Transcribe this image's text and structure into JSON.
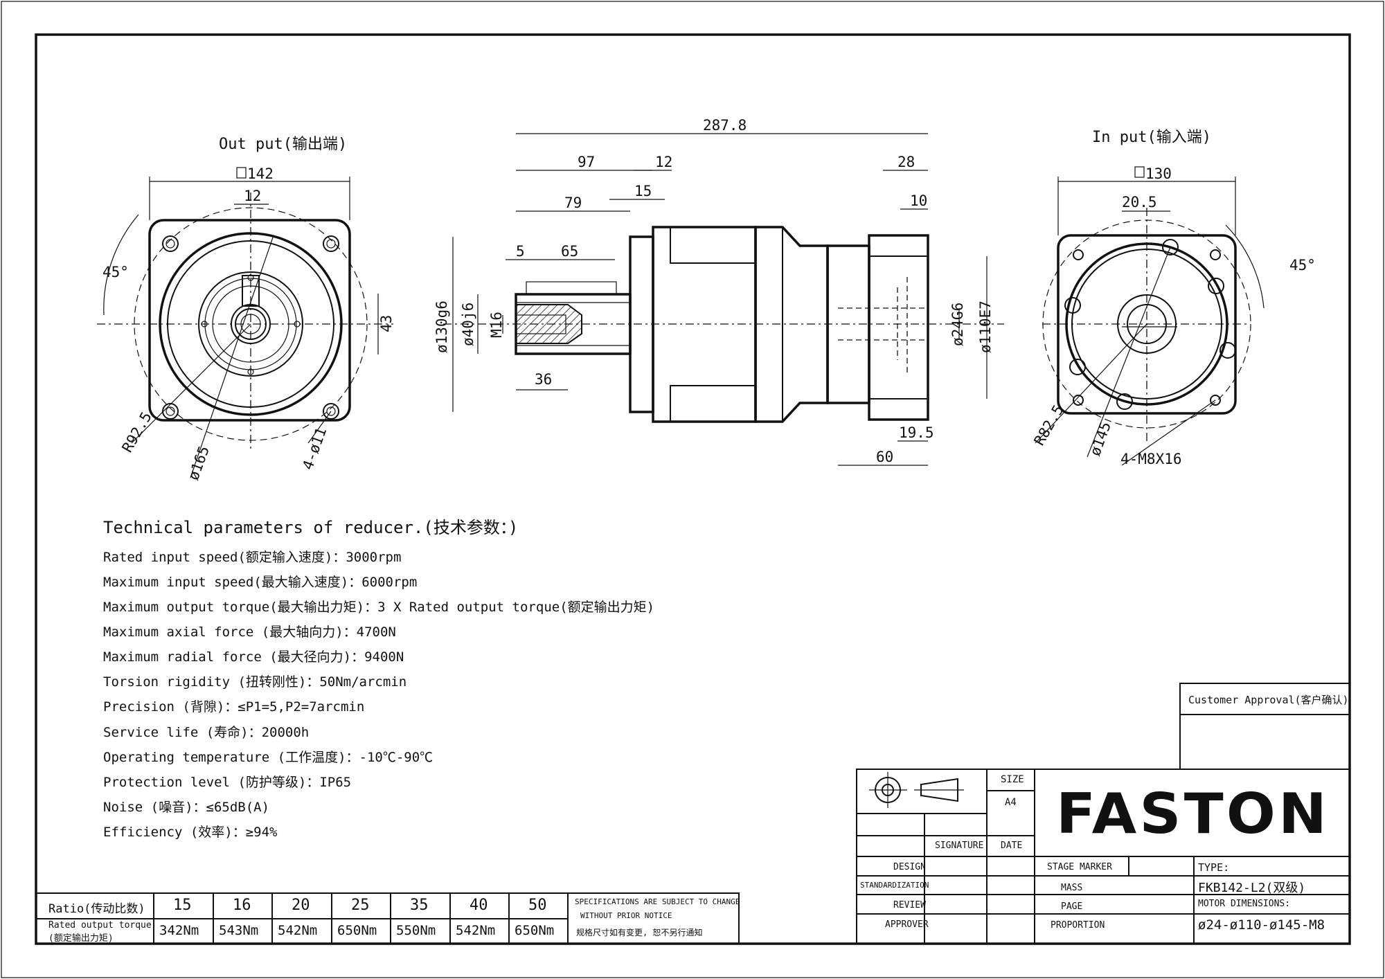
{
  "views": {
    "output_title": "Out put(输出端)",
    "input_title": "In put(输入端)"
  },
  "dims_output": {
    "square": "142",
    "key_width": "12",
    "key_height": "43",
    "angle": "45°",
    "radius": "R92.5",
    "pcd": "ø165",
    "holes": "4-ø11"
  },
  "dims_side": {
    "overall_length": "287.8",
    "d97": "97",
    "d12": "12",
    "d15": "15",
    "d79": "79",
    "d5": "5",
    "d65": "65",
    "d36": "36",
    "d28": "28",
    "d10": "10",
    "d19_5": "19.5",
    "d60": "60",
    "flange_dia": "ø130g6",
    "shaft_dia": "ø40j6",
    "thread": "M16",
    "input_bore": "ø24G6",
    "input_pilot": "ø110E7"
  },
  "dims_input": {
    "square": "130",
    "key_offset": "20.5",
    "angle": "45°",
    "radius": "R82.5",
    "pcd": "ø145",
    "holes": "4-M8X16"
  },
  "specs": {
    "title": "Technical parameters of reducer.(技术参数：)",
    "lines": [
      "Rated input speed(额定输入速度)：3000rpm",
      "Maximum input speed(最大输入速度)：6000rpm",
      "Maximum output torque(最大输出力矩)：3 X Rated output torque(额定输出力矩)",
      "Maximum axial force (最大轴向力)：4700N",
      "Maximum radial force (最大径向力)：9400N",
      "Torsion rigidity (扭转刚性)：50Nm/arcmin",
      "Precision (背隙)：≤P1=5,P2=7arcmin",
      "Service life (寿命)：20000h",
      "Operating temperature (工作温度)：-10℃-90℃",
      "Protection level (防护等级)：IP65",
      "Noise (噪音)：≤65dB(A)",
      "Efficiency (效率)：≥94%"
    ]
  },
  "ratio_table": {
    "ratio_label": "Ratio(传动比数)",
    "torque_label_1": "Rated output torque",
    "torque_label_2": "(额定输出力矩)",
    "ratios": [
      "15",
      "16",
      "20",
      "25",
      "35",
      "40",
      "50"
    ],
    "torques": [
      "342Nm",
      "543Nm",
      "542Nm",
      "650Nm",
      "550Nm",
      "542Nm",
      "650Nm"
    ],
    "notice_1": "SPECIFICATIONS ARE SUBJECT TO CHANGE",
    "notice_2": "WITHOUT PRIOR NOTICE",
    "notice_3": "规格尺寸如有变更, 恕不另行通知"
  },
  "title_block": {
    "customer_approval": "Customer Approval(客户确认)",
    "size_label": "SIZE",
    "size_value": "A4",
    "signature": "SIGNATURE",
    "date": "DATE",
    "design": "DESIGN",
    "standardization": "STANDARDIZATION",
    "review": "REVIEW",
    "approver": "APPROVER",
    "stage_marker": "STAGE MARKER",
    "mass": "MASS",
    "page": "PAGE",
    "proportion": "PROPORTION",
    "logo": "FASTON",
    "type_label": "TYPE:",
    "type_value": "FKB142-L2(双级)",
    "motor_label": "MOTOR DIMENSIONS:",
    "motor_value": "ø24-ø110-ø145-M8"
  }
}
